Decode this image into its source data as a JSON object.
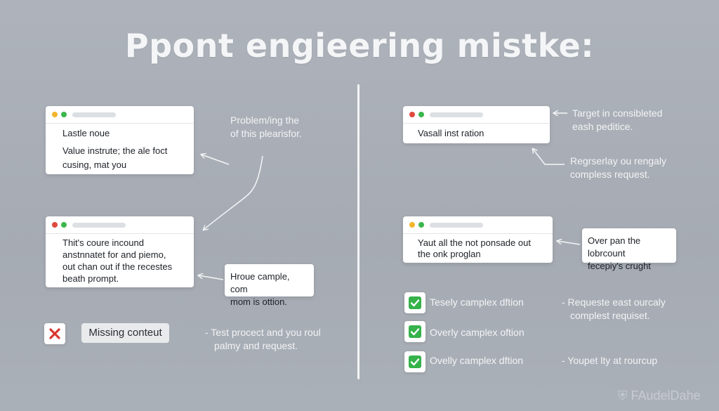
{
  "title": "Ppont engieering mistke:",
  "colors": {
    "dot_red": "#e0493f",
    "dot_yellow": "#f3b52c",
    "dot_green": "#3cb64c",
    "check_green": "#35b24a",
    "x_red": "#d8372f"
  },
  "left": {
    "card1": {
      "line1": "Lastle noue",
      "line2": "Value instrute; the ale foct",
      "line3": "cusing, mat you"
    },
    "note1": {
      "line1": "Problem/ing the",
      "line2": "of this plearisfor."
    },
    "card2": {
      "line1": "Thit's coure incound",
      "line2": "anstnnatet for and piemo,",
      "line3": "out chan out if the recestes",
      "line4": "beath prompt."
    },
    "callout": {
      "line1": "Hroue cample, com",
      "line2": "mom is ottion."
    },
    "missing": {
      "icon": "x-icon",
      "label": "Missing conteut"
    },
    "note2": {
      "line1": "- Test procect and you roul",
      "line2": "palmy and request."
    }
  },
  "right": {
    "card1": {
      "line1": "Vasall inst ration"
    },
    "note1": {
      "line1": "Target in consibleted",
      "line2": "eash peditice."
    },
    "note2": {
      "line1": "Regrserlay ou rengaly",
      "line2": "compless request."
    },
    "card2": {
      "line1": "Yaut all the not ponsade out",
      "line2": "the onk proglan"
    },
    "callout": {
      "line1": "Over pan the lobrcount",
      "line2": "fecepiy's crught"
    },
    "checklist": [
      {
        "icon": "checkmark-icon",
        "label": "Tesely camplex dftion"
      },
      {
        "icon": "checkmark-icon",
        "label": "Overly camplex oftion"
      },
      {
        "icon": "checkmark-icon",
        "label": "Ovelly camplex dftion"
      }
    ],
    "side_notes": {
      "note1_line1": "- Requeste east ourcaly",
      "note1_line2": "complest requiset.",
      "note2_line1": "- Youpet lty at rourcup"
    }
  },
  "watermark": "FAudelDahe"
}
